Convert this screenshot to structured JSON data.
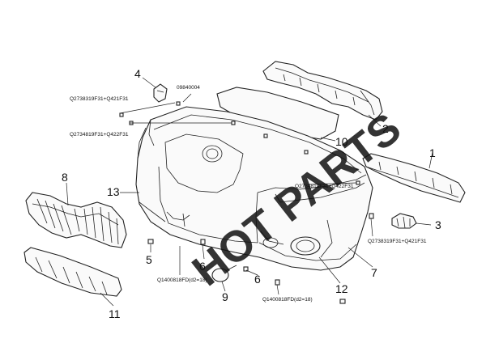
{
  "diagram": {
    "watermark": "HOT PARTS",
    "watermark_color": "#4a5bd8",
    "callouts": [
      {
        "id": "1",
        "label": "1"
      },
      {
        "id": "2",
        "label": "2"
      },
      {
        "id": "3",
        "label": "3"
      },
      {
        "id": "4",
        "label": "4"
      },
      {
        "id": "5",
        "label": "5"
      },
      {
        "id": "6a",
        "label": "6"
      },
      {
        "id": "6b",
        "label": "6"
      },
      {
        "id": "7",
        "label": "7"
      },
      {
        "id": "8",
        "label": "8"
      },
      {
        "id": "9",
        "label": "9"
      },
      {
        "id": "10",
        "label": "10"
      },
      {
        "id": "11",
        "label": "11"
      },
      {
        "id": "12",
        "label": "12"
      },
      {
        "id": "13",
        "label": "13"
      }
    ],
    "part_codes": [
      {
        "id": "c1",
        "text": "Q2738319F31+Q421F31"
      },
      {
        "id": "c2",
        "text": "09840004"
      },
      {
        "id": "c3",
        "text": "Q2734819F31+Q422F31"
      },
      {
        "id": "c4",
        "text": "Q2734819F31+Q422F31"
      },
      {
        "id": "c5",
        "text": "Q2738319F31+Q421F31"
      },
      {
        "id": "c6",
        "text": "Q1400818FD(d2=18)"
      },
      {
        "id": "c7",
        "text": "Q1400818FD(d2=18)"
      }
    ]
  }
}
